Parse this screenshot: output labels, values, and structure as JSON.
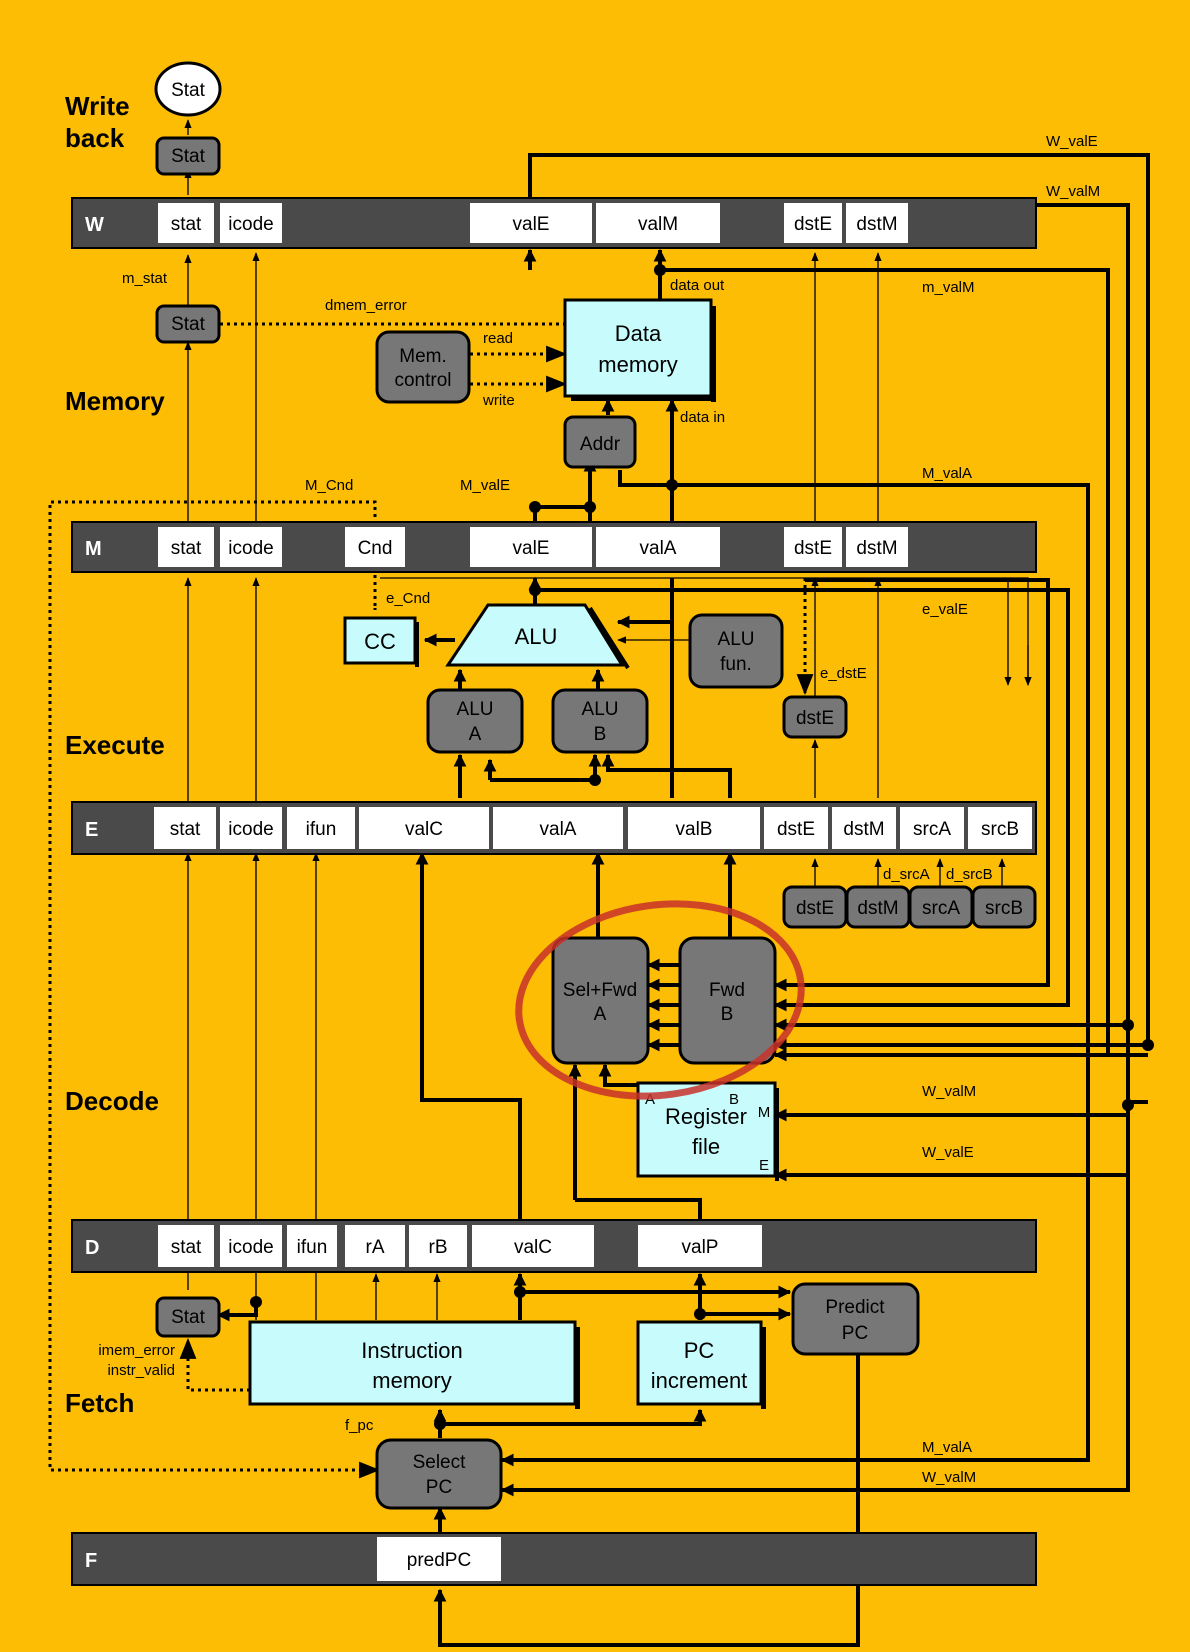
{
  "stages": {
    "writeback_line1": "Write",
    "writeback_line2": "back",
    "memory": "Memory",
    "execute": "Execute",
    "decode": "Decode",
    "fetch": "Fetch"
  },
  "regs": {
    "W": {
      "label": "W",
      "fields": [
        "stat",
        "icode",
        "valE",
        "valM",
        "dstE",
        "dstM"
      ]
    },
    "M": {
      "label": "M",
      "fields": [
        "stat",
        "icode",
        "Cnd",
        "valE",
        "valA",
        "dstE",
        "dstM"
      ]
    },
    "E": {
      "label": "E",
      "fields": [
        "stat",
        "icode",
        "ifun",
        "valC",
        "valA",
        "valB",
        "dstE",
        "dstM",
        "srcA",
        "srcB"
      ]
    },
    "D": {
      "label": "D",
      "fields": [
        "stat",
        "icode",
        "ifun",
        "rA",
        "rB",
        "valC",
        "valP"
      ]
    },
    "F": {
      "label": "F",
      "fields": [
        "predPC"
      ]
    }
  },
  "blocks": {
    "stat_out": "Stat",
    "stat_w": "Stat",
    "stat_m": "Stat",
    "stat_f": "Stat",
    "mem_control_1": "Mem.",
    "mem_control_2": "control",
    "data_memory_1": "Data",
    "data_memory_2": "memory",
    "addr": "Addr",
    "cc": "CC",
    "alu": "ALU",
    "alu_fun_1": "ALU",
    "alu_fun_2": "fun.",
    "alu_a_1": "ALU",
    "alu_a_2": "A",
    "alu_b_1": "ALU",
    "alu_b_2": "B",
    "dste_e": "dstE",
    "d_dste": "dstE",
    "d_dstm": "dstM",
    "d_srca": "srcA",
    "d_srcb": "srcB",
    "selfwd_a_1": "Sel+Fwd",
    "selfwd_a_2": "A",
    "fwd_b_1": "Fwd",
    "fwd_b_2": "B",
    "regfile_1": "Register",
    "regfile_2": "file",
    "regfile_a": "A",
    "regfile_b": "B",
    "regfile_m": "M",
    "regfile_e": "E",
    "instr_mem_1": "Instruction",
    "instr_mem_2": "memory",
    "pc_inc_1": "PC",
    "pc_inc_2": "increment",
    "predict_pc_1": "Predict",
    "predict_pc_2": "PC",
    "select_pc_1": "Select",
    "select_pc_2": "PC"
  },
  "signals": {
    "W_valE_top": "W_valE",
    "W_valM_top": "W_valM",
    "m_stat": "m_stat",
    "dmem_error": "dmem_error",
    "read": "read",
    "write": "write",
    "data_out": "data out",
    "data_in": "data in",
    "m_valM": "m_valM",
    "M_Cnd": "M_Cnd",
    "M_valE": "M_valE",
    "M_valA": "M_valA",
    "e_Cnd": "e_Cnd",
    "e_valE": "e_valE",
    "e_dstE": "e_dstE",
    "d_srcA": "d_srcA",
    "d_srcB": "d_srcB",
    "W_valM_rf": "W_valM",
    "W_valE_rf": "W_valE",
    "imem_error": "imem_error",
    "instr_valid": "instr_valid",
    "f_pc": "f_pc",
    "M_valA_f": "M_valA",
    "W_valM_f": "W_valM"
  },
  "colors": {
    "background": "#fcbd04",
    "pipeline_register": "#4a4a4a",
    "logic_block": "#777777",
    "memory_block": "#c8fcfc",
    "highlight": "#c8312a"
  }
}
